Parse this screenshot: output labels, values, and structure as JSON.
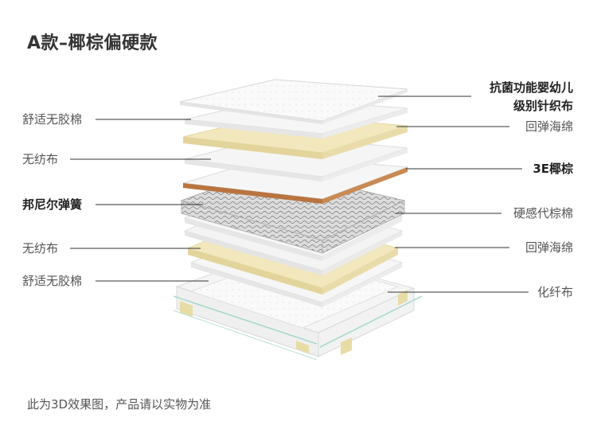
{
  "title": "A款–椰棕偏硬款",
  "labels_left": {
    "l1": "舒适无胶棉",
    "l2": "无纺布",
    "l3": "邦尼尔弹簧",
    "l4": "无纺布",
    "l5": "舒适无胶棉"
  },
  "labels_right": {
    "r1_line1": "抗菌功能婴幼儿",
    "r1_line2": "级别针织布",
    "r2": "回弹海绵",
    "r3": "3E椰棕",
    "r4": "硬感代棕棉",
    "r5": "回弹海绵",
    "r6": "化纤布"
  },
  "caption": "此为3D效果图，产品请以实物为准",
  "colors": {
    "sponge": "#f2e7bd",
    "coir": "#b9743f",
    "white_layer": "#f4f4f4",
    "line": "#333333",
    "frame_glass": "#cfe9e2"
  }
}
